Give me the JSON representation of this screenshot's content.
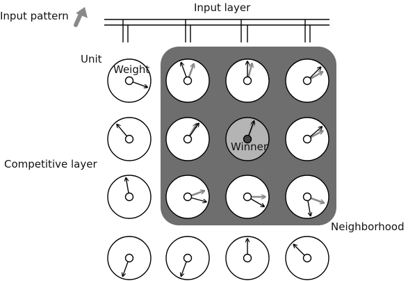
{
  "labels": {
    "input_pattern": "Input pattern",
    "input_layer": "Input layer",
    "unit": "Unit",
    "weight": "Weight",
    "competitive_layer": "Competitive layer",
    "winner": "Winner",
    "neighborhood": "Neighborhood"
  },
  "colors": {
    "neighborhood_fill": "#6e6e6e",
    "winner_fill": "#b4b4b4",
    "unit_fill": "#ffffff",
    "stroke": "#000000",
    "input_arrow": "#8a8a8a"
  },
  "grid": {
    "rows": 4,
    "cols": 4,
    "neighborhood": {
      "row_start": 0,
      "row_end": 2,
      "col_start": 1,
      "col_end": 3
    },
    "winner": {
      "row": 1,
      "col": 2
    }
  },
  "units": [
    {
      "row": 0,
      "col": 0,
      "weight_angle": -20,
      "input_angle": null
    },
    {
      "row": 0,
      "col": 1,
      "weight_angle": 110,
      "input_angle": 70
    },
    {
      "row": 0,
      "col": 2,
      "weight_angle": 90,
      "input_angle": 75
    },
    {
      "row": 0,
      "col": 3,
      "weight_angle": 45,
      "input_angle": 30
    },
    {
      "row": 1,
      "col": 0,
      "weight_angle": 130,
      "input_angle": null
    },
    {
      "row": 1,
      "col": 1,
      "weight_angle": 55,
      "input_angle": 60
    },
    {
      "row": 1,
      "col": 2,
      "weight_angle": 70,
      "input_angle": 70
    },
    {
      "row": 1,
      "col": 3,
      "weight_angle": 40,
      "input_angle": 28
    },
    {
      "row": 2,
      "col": 0,
      "weight_angle": 100,
      "input_angle": null
    },
    {
      "row": 2,
      "col": 1,
      "weight_angle": -15,
      "input_angle": 20
    },
    {
      "row": 2,
      "col": 2,
      "weight_angle": -30,
      "input_angle": 0
    },
    {
      "row": 2,
      "col": 3,
      "weight_angle": -80,
      "input_angle": -20
    },
    {
      "row": 3,
      "col": 0,
      "weight_angle": -110,
      "input_angle": null
    },
    {
      "row": 3,
      "col": 1,
      "weight_angle": -110,
      "input_angle": null
    },
    {
      "row": 3,
      "col": 2,
      "weight_angle": 90,
      "input_angle": null
    },
    {
      "row": 3,
      "col": 3,
      "weight_angle": 135,
      "input_angle": null
    }
  ]
}
